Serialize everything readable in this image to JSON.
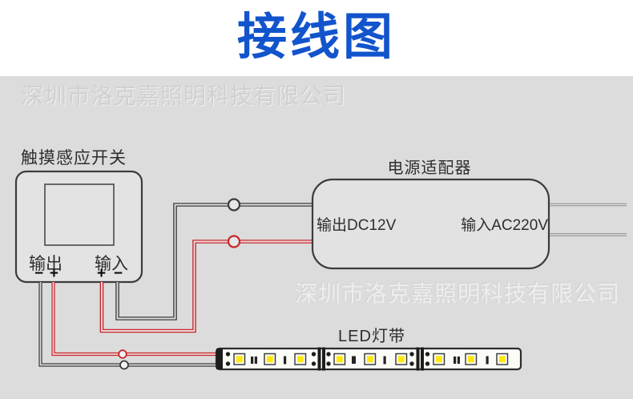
{
  "title": "接线图",
  "watermark": {
    "text": "深圳市洛克嘉照明科技有限公司"
  },
  "switch": {
    "label": "触摸感应开关",
    "terminals": {
      "output": {
        "label": "输出",
        "left_sign": "−",
        "right_sign": "+"
      },
      "input": {
        "label": "输入",
        "left_sign": "+",
        "right_sign": "−"
      }
    }
  },
  "adapter": {
    "label": "电源适配器",
    "output_text": "输出DC12V",
    "input_text": "输入AC220V"
  },
  "led_strip": {
    "label": "LED灯带",
    "segments": 3,
    "leds_per_segment": 3
  },
  "icons": {
    "wire_connector": "hollow-circle",
    "led_chip": "yellow-square",
    "resistor": "dark-bar"
  },
  "colors": {
    "title_blue": "#1254cc",
    "background_gray": "#dcdcdc",
    "wire_black": "#3a3a3a",
    "wire_red": "#c9252b",
    "wire_ac_gray": "#8a8a8a",
    "led_yellow": "#ffe70f",
    "strip_white": "#fbfbf7"
  }
}
